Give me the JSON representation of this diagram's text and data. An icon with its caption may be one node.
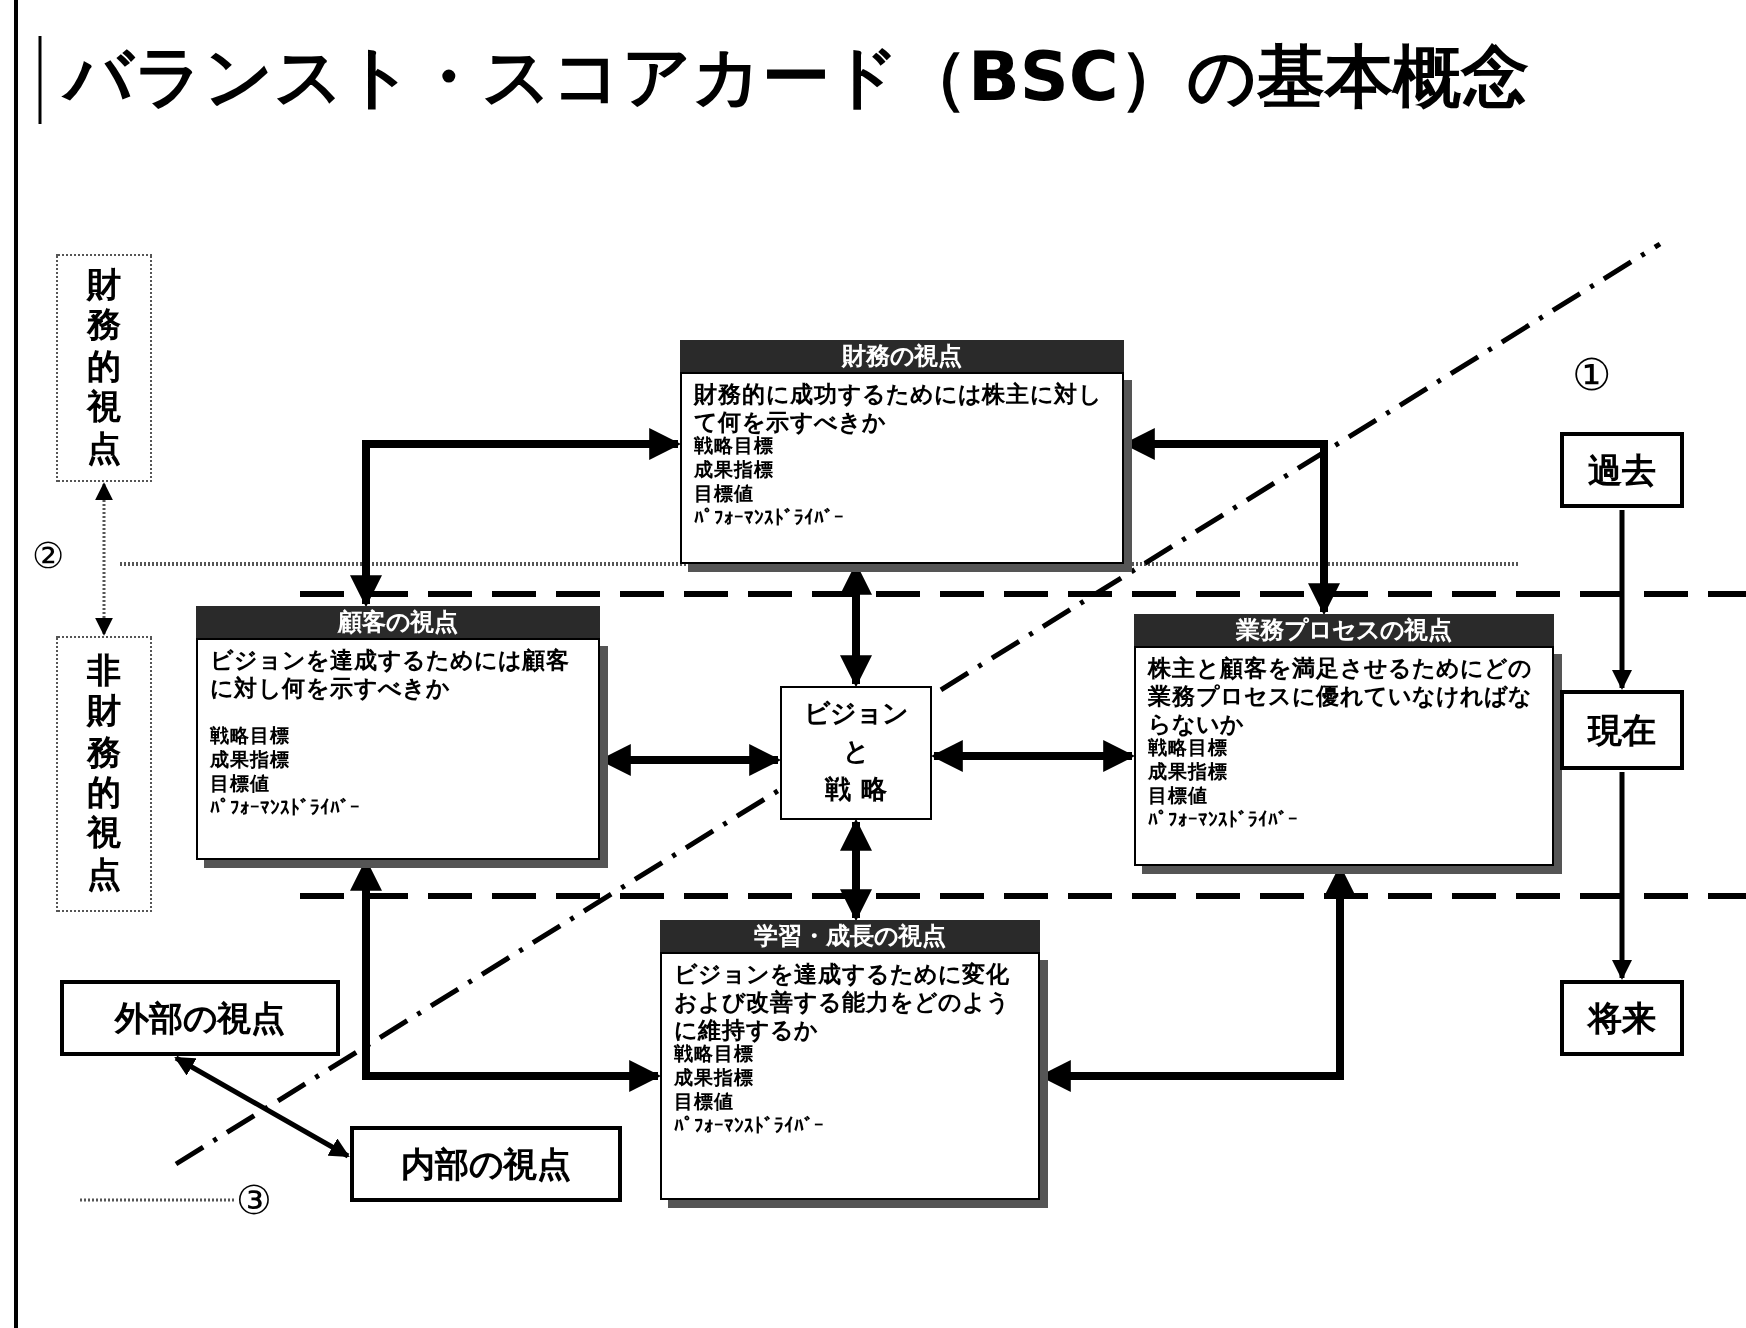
{
  "diagram": {
    "title": "バランスト・スコアカード（BSC）の基本概念",
    "nodes": [
      {
        "text": [
          "財務的視点"
        ]
      },
      {
        "text": [
          "非財務的視点"
        ]
      },
      {
        "text": [
          "財務の視点",
          "財務的に成功するためには株主に対して何を示すべきか",
          "戦略目標",
          "成果指標",
          "目標値",
          "ﾊﾟﾌｫｰﾏﾝｽﾄﾞﾗｲﾊﾞｰ"
        ]
      },
      {
        "text": [
          "過去"
        ]
      },
      {
        "text": [
          "顧客の視点",
          "ビジョンを達成するためには顧客に対し何を示すべきか",
          "戦略目標",
          "成果指標",
          "目標値",
          "ﾊﾟﾌｫｰﾏﾝｽﾄﾞﾗｲﾊﾞｰ"
        ]
      },
      {
        "text": [
          "ビジョン",
          "と",
          "戦 略"
        ]
      },
      {
        "text": [
          "業務プロセスの視点",
          "株主と顧客を満足させるためにどの業務プロセスに優れていなければならないか",
          "戦略目標",
          "成果指標",
          "目標値",
          "ﾊﾟﾌｫｰﾏﾝｽﾄﾞﾗｲﾊﾞｰ"
        ]
      },
      {
        "text": [
          "現在"
        ]
      },
      {
        "text": [
          "学習・成長の視点",
          "ビジョンを達成するために変化および改善する能力をどのように維持するか",
          "戦略目標",
          "成果指標",
          "目標値",
          "ﾊﾟﾌｫｰﾏﾝｽﾄﾞﾗｲﾊﾞｰ"
        ]
      },
      {
        "text": [
          "外部の視点"
        ]
      },
      {
        "text": [
          "将来"
        ]
      },
      {
        "text": [
          "内部の視点"
        ]
      },
      {
        "text": [
          "③"
        ]
      }
    ],
    "edges": [
      {
        "from": 4,
        "to": 2,
        "arrow": "both"
      },
      {
        "from": 2,
        "to": 6,
        "arrow": "both"
      },
      {
        "from": 2,
        "to": 5,
        "arrow": "both"
      },
      {
        "from": 4,
        "to": 5,
        "arrow": "both"
      },
      {
        "from": 5,
        "to": 6,
        "arrow": "both"
      },
      {
        "from": 5,
        "to": 8,
        "arrow": "both"
      },
      {
        "from": 4,
        "to": 8,
        "arrow": "both"
      },
      {
        "from": 8,
        "to": 6,
        "arrow": "both"
      },
      {
        "from": 3,
        "to": 7,
        "arrow": "to"
      },
      {
        "from": 7,
        "to": 10,
        "arrow": "to"
      },
      {
        "from": 9,
        "to": 11,
        "arrow": "both"
      },
      {
        "from": 0,
        "to": 1,
        "arrow": "both",
        "style": "dashed"
      },
      {
        "from": 12,
        "to": null,
        "arrow": "none",
        "style": "dashed"
      }
    ],
    "labels": [
      "①",
      "②"
    ]
  }
}
